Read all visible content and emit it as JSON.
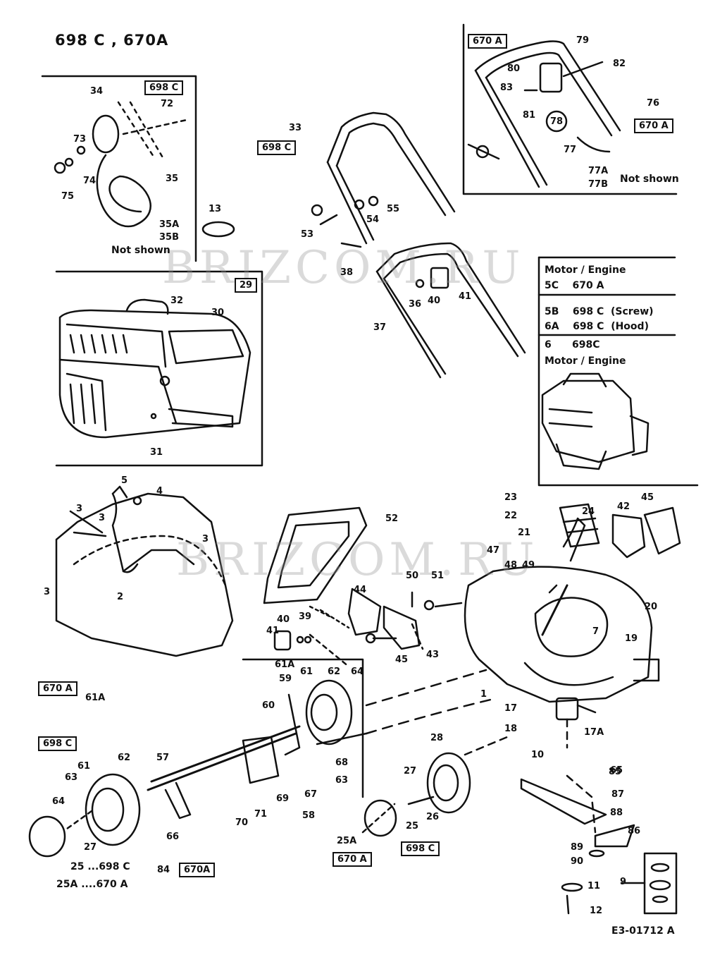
{
  "title": "698 C  ,  670A",
  "drawing_number": "E3-01712 A",
  "watermarks": [
    "BRIZCOM.RU",
    "BRIZCOM.RU"
  ],
  "section_labels": {
    "handle_698c": "698 C",
    "handle_698c_inset": "698 C",
    "handle_670a_inset": "670 A",
    "handle_670a_right": "670 A",
    "bag_29": "29",
    "wheel_670a": "670 A",
    "wheel_698c": "698 C",
    "wheel_670a_bottom": "670A",
    "wheel_670a_mid": "670 A",
    "wheel_698c_mid": "698 C"
  },
  "notes": {
    "not_shown_35": "Not shown",
    "not_shown_77": "Not shown",
    "wheel_note_1": "25  ...698 C",
    "wheel_note_2": "25A  ....670 A"
  },
  "engine_table": {
    "heading_1": "Motor / Engine",
    "row_1": "5C    670 A",
    "row_2": "5B    698 C  (Screw)",
    "row_3": "6A    698 C  (Hood)",
    "row_4": "6      698C",
    "heading_2": "Motor / Engine"
  },
  "part_callouts": [
    "34",
    "72",
    "73",
    "74",
    "75",
    "35",
    "35A",
    "35B",
    "13",
    "33",
    "53",
    "54",
    "55",
    "38",
    "36",
    "40",
    "41",
    "37",
    "32",
    "30",
    "31",
    "79",
    "82",
    "80",
    "83",
    "81",
    "78",
    "76",
    "77",
    "77A",
    "77B",
    "5",
    "4",
    "3",
    "3",
    "3",
    "3",
    "2",
    "52",
    "50",
    "51",
    "39",
    "40",
    "41",
    "44",
    "45",
    "43",
    "23",
    "24",
    "22",
    "21",
    "42",
    "45",
    "47",
    "48",
    "49",
    "20",
    "19",
    "7",
    "1",
    "17",
    "18",
    "17A",
    "10",
    "61A",
    "59",
    "61",
    "62",
    "64",
    "60",
    "68",
    "63",
    "67",
    "58",
    "69",
    "70",
    "71",
    "61A",
    "62",
    "57",
    "63",
    "61",
    "64",
    "27",
    "65",
    "66",
    "84",
    "28",
    "27",
    "26",
    "25",
    "25A",
    "85",
    "87",
    "88",
    "86",
    "89",
    "90",
    "11",
    "12",
    "9"
  ]
}
